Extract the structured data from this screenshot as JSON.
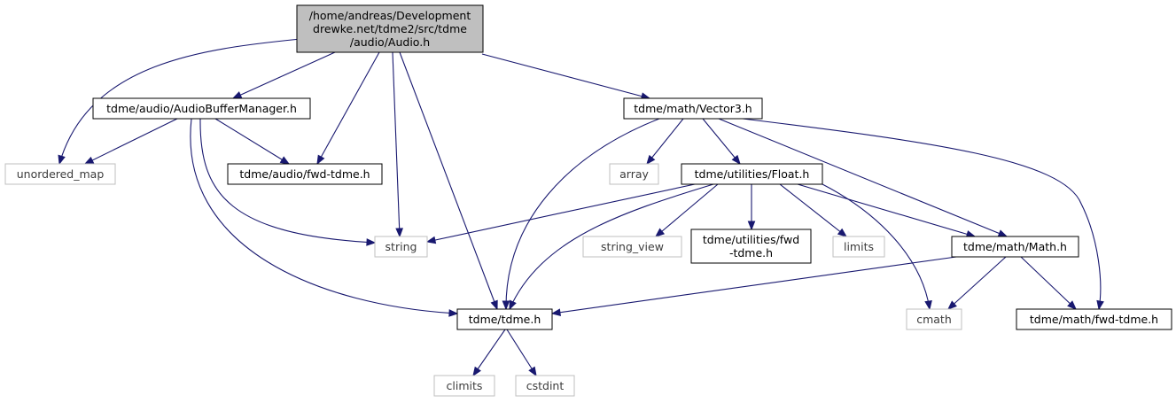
{
  "graph": {
    "nodes": {
      "audio_h": {
        "lines": [
          "/home/andreas/Development",
          "drewke.net/tdme2/src/tdme",
          "/audio/Audio.h"
        ],
        "kind": "root"
      },
      "abm": {
        "lines": [
          "tdme/audio/AudioBufferManager.h"
        ],
        "kind": "file"
      },
      "umap": {
        "lines": [
          "unordered_map"
        ],
        "kind": "sys"
      },
      "afwd": {
        "lines": [
          "tdme/audio/fwd-tdme.h"
        ],
        "kind": "file"
      },
      "string": {
        "lines": [
          "string"
        ],
        "kind": "sys"
      },
      "tdme": {
        "lines": [
          "tdme/tdme.h"
        ],
        "kind": "file"
      },
      "climits": {
        "lines": [
          "climits"
        ],
        "kind": "sys"
      },
      "cstdint": {
        "lines": [
          "cstdint"
        ],
        "kind": "sys"
      },
      "vec3": {
        "lines": [
          "tdme/math/Vector3.h"
        ],
        "kind": "file"
      },
      "array": {
        "lines": [
          "array"
        ],
        "kind": "sys"
      },
      "float": {
        "lines": [
          "tdme/utilities/Float.h"
        ],
        "kind": "file"
      },
      "sview": {
        "lines": [
          "string_view"
        ],
        "kind": "sys"
      },
      "ufwd": {
        "lines": [
          "tdme/utilities/fwd",
          "-tdme.h"
        ],
        "kind": "file"
      },
      "limits": {
        "lines": [
          "limits"
        ],
        "kind": "sys"
      },
      "math": {
        "lines": [
          "tdme/math/Math.h"
        ],
        "kind": "file"
      },
      "cmath": {
        "lines": [
          "cmath"
        ],
        "kind": "sys"
      },
      "mfwd": {
        "lines": [
          "tdme/math/fwd-tdme.h"
        ],
        "kind": "file"
      }
    },
    "edge_color": "#191970"
  }
}
